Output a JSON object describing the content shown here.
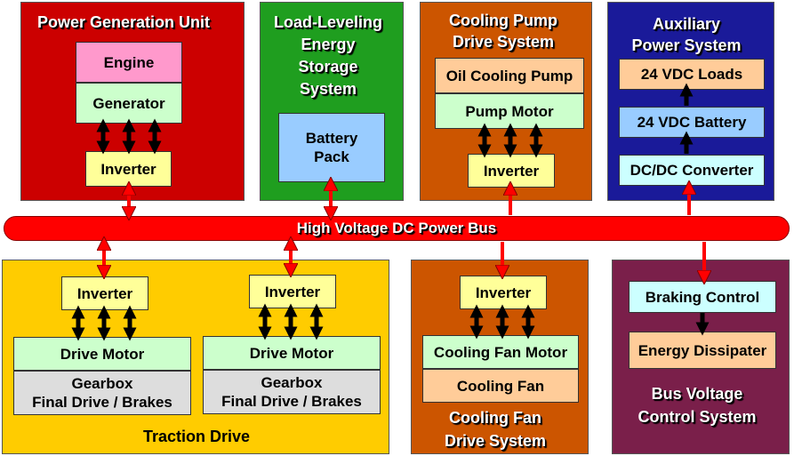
{
  "colors": {
    "power_generation": "#cc0000",
    "load_leveling": "#1f9e1f",
    "cooling_pump": "#cc5500",
    "auxiliary": "#1a1a99",
    "traction": "#ffcc00",
    "cooling_fan": "#cc5500",
    "bus_voltage": "#7a1f4a",
    "bus": "#ff0000",
    "engine": "#ff99cc",
    "green_box": "#ccffcc",
    "yellow_box": "#ffff99",
    "blue_box": "#99ccff",
    "peach_box": "#ffcc99",
    "light_blue_box": "#ccffff",
    "gray_box": "#dddddd"
  },
  "power_generation": {
    "title": "Power Generation Unit",
    "engine": "Engine",
    "generator": "Generator",
    "inverter": "Inverter"
  },
  "load_leveling": {
    "title": "Load-Leveling\nEnergy\nStorage\nSystem",
    "battery": "Battery\nPack"
  },
  "cooling_pump": {
    "title": "Cooling Pump\nDrive System",
    "pump": "Oil Cooling Pump",
    "motor": "Pump Motor",
    "inverter": "Inverter"
  },
  "auxiliary": {
    "title": "Auxiliary\nPower System",
    "loads": "24 VDC Loads",
    "battery": "24 VDC Battery",
    "converter": "DC/DC Converter"
  },
  "bus": {
    "label": "High Voltage DC Power Bus"
  },
  "traction": {
    "title": "Traction Drive",
    "left": {
      "inverter": "Inverter",
      "motor": "Drive Motor",
      "gearbox": "Gearbox\nFinal Drive / Brakes"
    },
    "right": {
      "inverter": "Inverter",
      "motor": "Drive Motor",
      "gearbox": "Gearbox\nFinal Drive / Brakes"
    }
  },
  "cooling_fan": {
    "title": "Cooling Fan\nDrive System",
    "inverter": "Inverter",
    "motor": "Cooling Fan Motor",
    "fan": "Cooling Fan"
  },
  "bus_voltage": {
    "title": "Bus Voltage\nControl System",
    "braking": "Braking Control",
    "dissipater": "Energy Dissipater"
  }
}
